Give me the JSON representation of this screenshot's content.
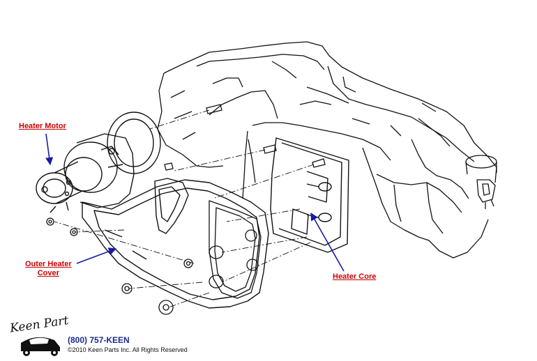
{
  "labels": {
    "heater_motor": "Heater Motor",
    "outer_heater_cover_line1": "Outer Heater",
    "outer_heater_cover_line2": "Cover",
    "heater_core": "Heater Core"
  },
  "logo": {
    "text": "Keen Parts"
  },
  "footer": {
    "phone": "(800) 757-KEEN",
    "copyright": "©2010 Keen Parts Inc. All Rights Reserved"
  },
  "colors": {
    "label_red": "#cc0000",
    "arrow_blue": "#1a1aa6",
    "phone_blue": "#1a2b8c",
    "line": "#111111"
  }
}
